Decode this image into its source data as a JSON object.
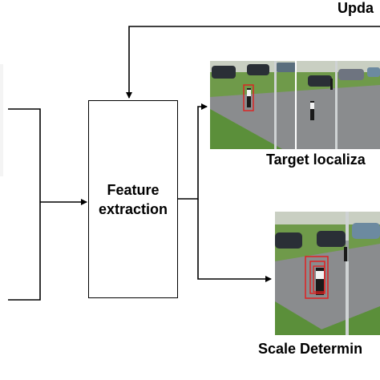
{
  "diagram": {
    "feature_node": {
      "line1": "Feature",
      "line2": "extraction"
    },
    "labels": {
      "update": "Upda",
      "target_localization": "Target localiza",
      "scale_determination": "Scale Determin"
    },
    "colors": {
      "line": "#000000",
      "bounding_box": "#e02020",
      "grass": "#5b8f3a",
      "road": "#8a8c8e"
    },
    "icons": {
      "target_image": "video-frame-person-tracking",
      "scale_image": "video-frame-person-scale-boxes"
    }
  }
}
